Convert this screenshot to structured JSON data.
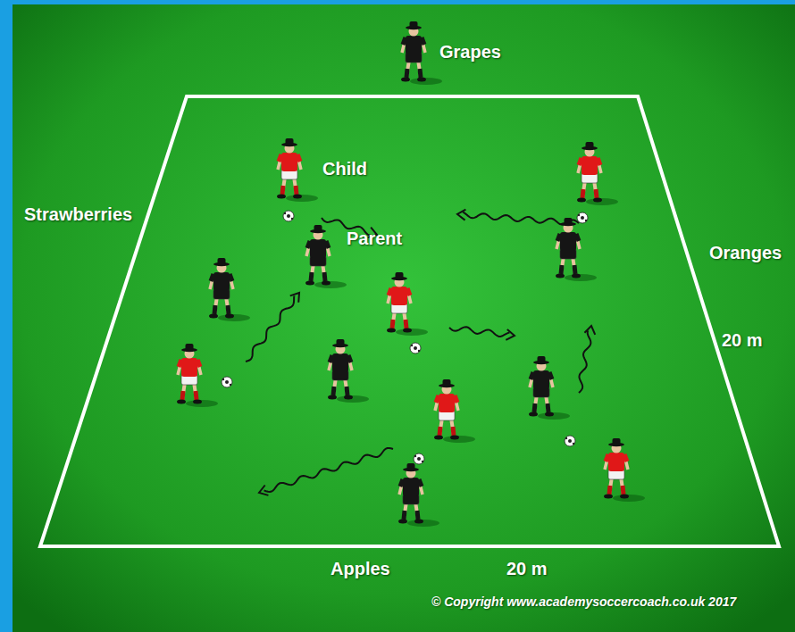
{
  "diagram": {
    "labels": [
      "Grapes",
      "Child",
      "Strawberries",
      "Parent",
      "Oranges",
      "20 m",
      "Apples",
      "20 m",
      "© Copyright www.academysoccercoach.co.uk 2017"
    ]
  }
}
